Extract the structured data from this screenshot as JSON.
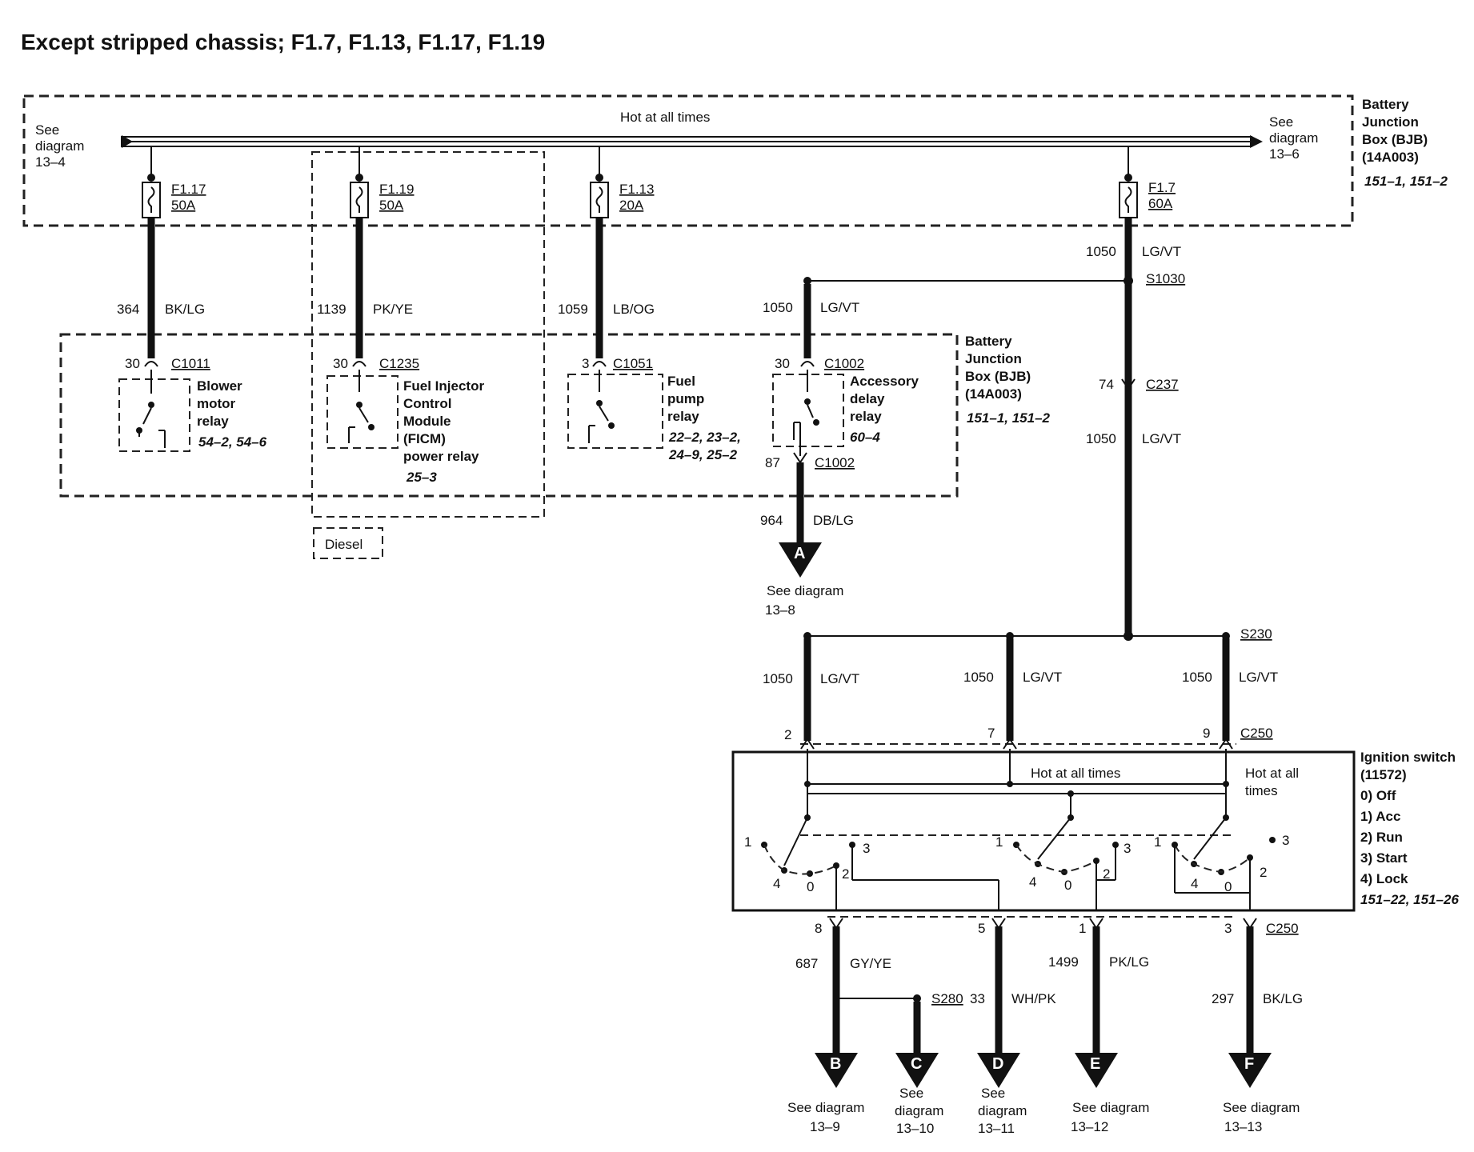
{
  "title": "Except stripped chassis; F1.7, F1.13, F1.17, F1.19",
  "bus": {
    "label": "Hot at all times",
    "left_ref": [
      "See",
      "diagram",
      "13–4"
    ],
    "right_ref": [
      "See",
      "diagram",
      "13–6"
    ]
  },
  "bjb_top": {
    "lines": [
      "Battery",
      "Junction",
      "Box (BJB)",
      "(14A003)"
    ],
    "refs": "151–1, 151–2"
  },
  "bjb_mid": {
    "lines": [
      "Battery",
      "Junction",
      "Box (BJB)",
      "(14A003)"
    ],
    "refs": "151–1, 151–2"
  },
  "fuses": [
    {
      "id": "F1.17",
      "amps": "50A"
    },
    {
      "id": "F1.19",
      "amps": "50A"
    },
    {
      "id": "F1.13",
      "amps": "20A"
    },
    {
      "id": "F1.7",
      "amps": "60A"
    }
  ],
  "wires": {
    "w364": {
      "num": "364",
      "color": "BK/LG"
    },
    "w1139": {
      "num": "1139",
      "color": "PK/YE"
    },
    "w1059": {
      "num": "1059",
      "color": "LB/OG"
    },
    "w1050a": {
      "num": "1050",
      "color": "LG/VT"
    },
    "w1050b": {
      "num": "1050",
      "color": "LG/VT"
    },
    "w1050c": {
      "num": "1050",
      "color": "LG/VT"
    },
    "w964": {
      "num": "964",
      "color": "DB/LG"
    },
    "w1050d": {
      "num": "1050",
      "color": "LG/VT"
    },
    "w1050e": {
      "num": "1050",
      "color": "LG/VT"
    },
    "w1050f": {
      "num": "1050",
      "color": "LG/VT"
    },
    "w687": {
      "num": "687",
      "color": "GY/YE"
    },
    "w33": {
      "num": "33",
      "color": "WH/PK"
    },
    "w1499": {
      "num": "1499",
      "color": "PK/LG"
    },
    "w297": {
      "num": "297",
      "color": "BK/LG"
    }
  },
  "splices": {
    "s1030": "S1030",
    "s230": "S230",
    "s280": "S280"
  },
  "connectors": {
    "c1011": {
      "id": "C1011",
      "pin": "30"
    },
    "c1235": {
      "id": "C1235",
      "pin": "30"
    },
    "c1051": {
      "id": "C1051",
      "pin": "3"
    },
    "c1002a": {
      "id": "C1002",
      "pin": "30"
    },
    "c1002b": {
      "id": "C1002",
      "pin": "87"
    },
    "c237": {
      "id": "C237",
      "pin": "74"
    },
    "c250_top": {
      "id": "C250",
      "pins": [
        "2",
        "7",
        "9"
      ]
    },
    "c250_bottom": {
      "id": "C250",
      "pins": [
        "8",
        "5",
        "1",
        "3"
      ]
    }
  },
  "relays": {
    "blower": {
      "lines": [
        "Blower",
        "motor",
        "relay"
      ],
      "refs": "54–2, 54–6"
    },
    "ficm": {
      "lines": [
        "Fuel Injector",
        "Control",
        "Module",
        "(FICM)",
        "power relay"
      ],
      "refs": "25–3"
    },
    "fuel": {
      "lines": [
        "Fuel",
        "pump",
        "relay"
      ],
      "refs": [
        "22–2, 23–2,",
        "24–9, 25–2"
      ]
    },
    "acc": {
      "lines": [
        "Accessory",
        "delay",
        "relay"
      ],
      "refs": "60–4"
    }
  },
  "diesel_label": "Diesel",
  "ignition": {
    "inner_label_1": "Hot at all times",
    "inner_label_2": [
      "Hot at all",
      "times"
    ],
    "lines": [
      "Ignition switch",
      "(11572)",
      "0) Off",
      "1) Acc",
      "2) Run",
      "3) Start",
      "4) Lock"
    ],
    "refs": "151–22, 151–26",
    "switch_positions": [
      "1",
      "4",
      "0",
      "2",
      "3"
    ]
  },
  "destinations": [
    {
      "letter": "A",
      "lines": [
        "See diagram",
        "13–8"
      ]
    },
    {
      "letter": "B",
      "lines": [
        "See diagram",
        "13–9"
      ]
    },
    {
      "letter": "C",
      "lines": [
        "See",
        "diagram",
        "13–10"
      ]
    },
    {
      "letter": "D",
      "lines": [
        "See",
        "diagram",
        "13–11"
      ]
    },
    {
      "letter": "E",
      "lines": [
        "See diagram",
        "13–12"
      ]
    },
    {
      "letter": "F",
      "lines": [
        "See diagram",
        "13–13"
      ]
    }
  ]
}
